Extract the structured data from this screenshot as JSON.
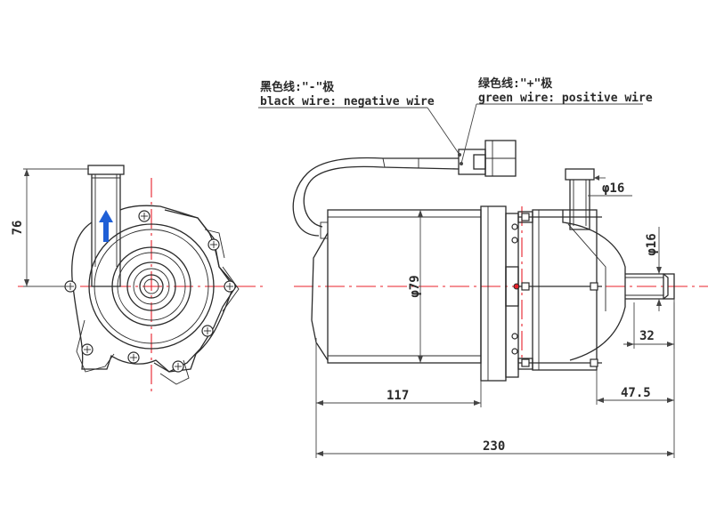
{
  "labels": {
    "black_wire_cn": "黑色线:\"-\"极",
    "black_wire_en": "black wire: negative wire",
    "green_wire_cn": "绿色线:\"+\"极",
    "green_wire_en": "green wire: positive wire"
  },
  "dimensions": {
    "height_76": "76",
    "dia_79": "φ79",
    "outlet_dia": "φ16",
    "inlet_dia": "φ16",
    "inlet_len": "32",
    "len_117": "117",
    "len_47_5": "47.5",
    "total_230": "230"
  },
  "colors": {
    "line": "#2b2b2b",
    "centerline": "#e8202a",
    "arrow": "#1f5fd6"
  },
  "icons": {
    "flow_arrow": "arrow-up-icon"
  }
}
